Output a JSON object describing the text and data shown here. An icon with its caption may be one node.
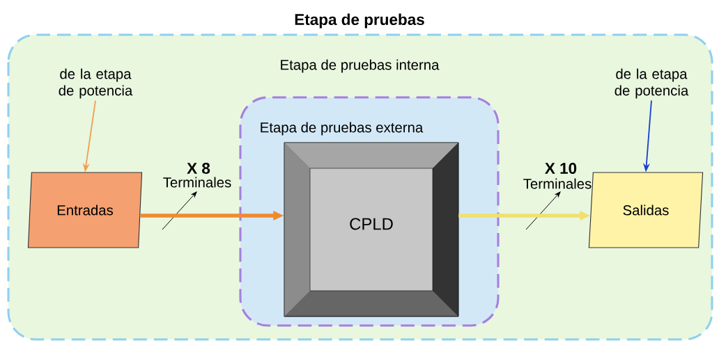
{
  "diagram": {
    "title": "Etapa de pruebas",
    "nodes": [
      {
        "text": [
          "Etapa de pruebas interna"
        ]
      },
      {
        "text": [
          "Etapa de pruebas externa"
        ],
        "in": 0
      },
      {
        "text": [
          "de la etapa de potencia"
        ],
        "in": 0
      },
      {
        "text": [
          "Entradas"
        ],
        "in": 0
      },
      {
        "text": [
          "CPLD"
        ],
        "in": 1
      },
      {
        "text": [
          "Salidas"
        ],
        "in": 0
      },
      {
        "text": [
          "de la etapa de potencia"
        ],
        "in": 0
      }
    ],
    "edges": [
      {
        "from": 2,
        "to": 3,
        "arrow": "to",
        "color": "#f0a050"
      },
      {
        "from": 3,
        "to": 4,
        "arrow": "to",
        "label": "X 8",
        "style": "thick",
        "color": "#f08a30"
      },
      {
        "from": 4,
        "to": 5,
        "arrow": "to",
        "label": "X 10",
        "style": "thick",
        "color": "#f0e070"
      },
      {
        "from": 6,
        "to": 5,
        "arrow": "to",
        "color": "#1840d0"
      }
    ],
    "labels": [
      "Terminales",
      "Terminales"
    ]
  }
}
